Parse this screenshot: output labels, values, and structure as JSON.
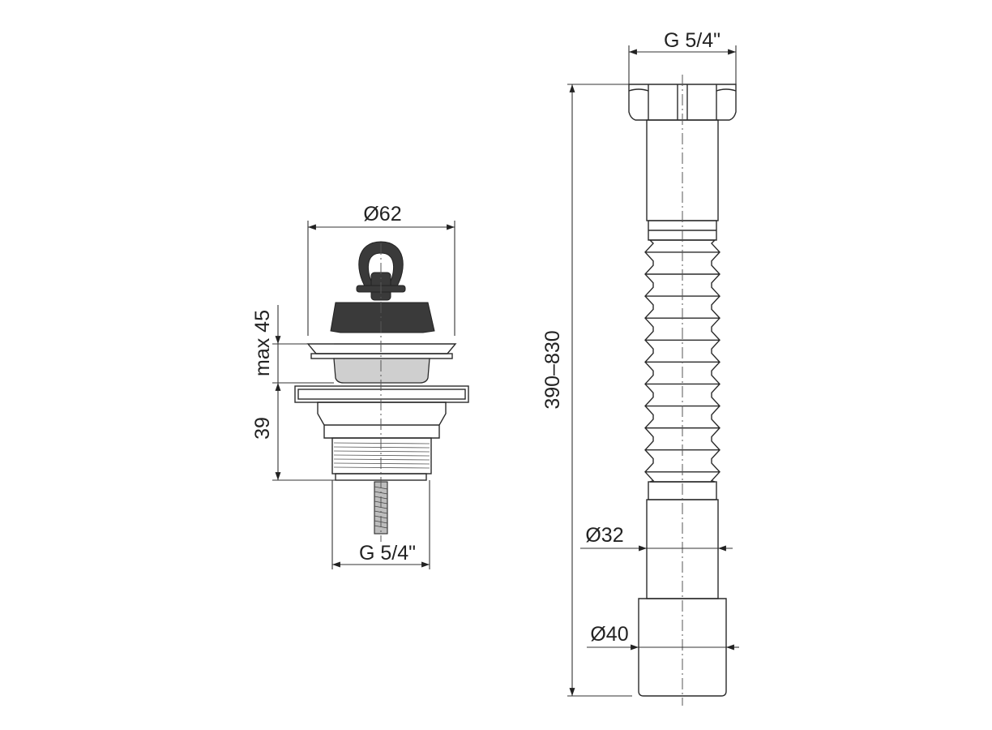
{
  "drawing": {
    "background_color": "#ffffff",
    "line_color": "#2a2a2a",
    "stopper_color": "#3a3a3a",
    "strainer_color": "#cfcfcf"
  },
  "waste": {
    "diameter_label": "Ø62",
    "max_label": "max 45",
    "height_label": "39",
    "thread_label": "G 5/4\""
  },
  "hose": {
    "thread_label": "G 5/4\"",
    "length_label": "390–830",
    "d32_label": "Ø32",
    "d40_label": "Ø40"
  }
}
